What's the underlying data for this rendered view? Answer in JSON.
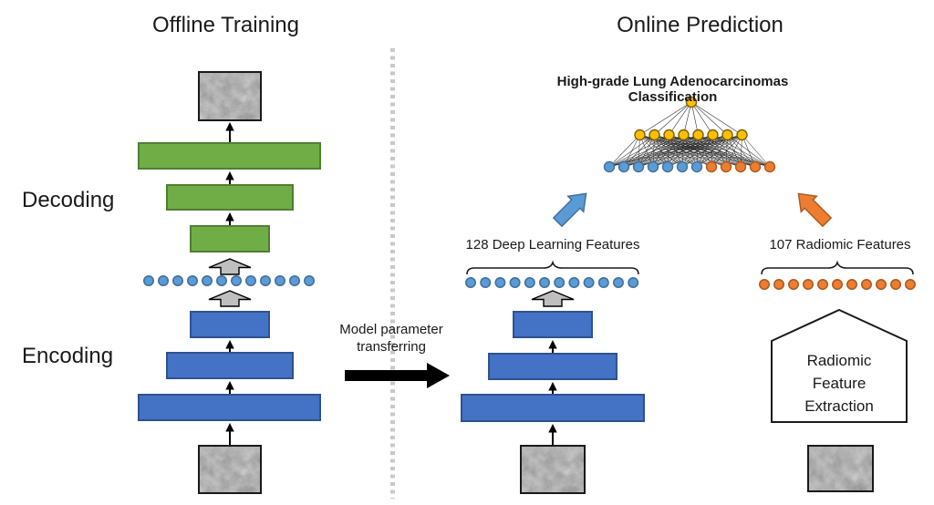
{
  "diagram": {
    "offline": {
      "title": "Offline Training",
      "decoding_label": "Decoding",
      "encoding_label": "Encoding",
      "decoder_layer_count": 3,
      "encoder_layer_count": 3,
      "latent_dot_count": 12
    },
    "transfer": {
      "line1": "Model parameter",
      "line2": "transferring"
    },
    "online": {
      "title": "Online Prediction",
      "classification_title": "High-grade Lung Adenocarcinomas Classification",
      "deep_features": {
        "label": "128 Deep Learning Features",
        "dot_count": 12
      },
      "radiomic_features": {
        "label": "107 Radiomic Features",
        "dot_count": 11
      },
      "network": {
        "output_count": 1,
        "hidden_count": 8,
        "input_blue_count": 7,
        "input_orange_count": 5
      },
      "radiomic_extraction": {
        "line1": "Radiomic",
        "line2": "Feature",
        "line3": "Extraction"
      }
    },
    "colors": {
      "encoder_blue": "#4472C4",
      "encoder_blue_border": "#2F528F",
      "decoder_green": "#70AD47",
      "decoder_green_border": "#507E32",
      "feature_dot_blue": "#5B9BD5",
      "feature_dot_blue_border": "#41719C",
      "feature_dot_orange": "#ED7D31",
      "feature_dot_orange_border": "#AE5A21",
      "node_yellow": "#FFC000",
      "node_yellow_border": "#7F6000",
      "block_arrow_gray": "#BFBFBF",
      "transfer_arrow_black": "#000000",
      "divider_gray": "#C9C9C9"
    }
  }
}
